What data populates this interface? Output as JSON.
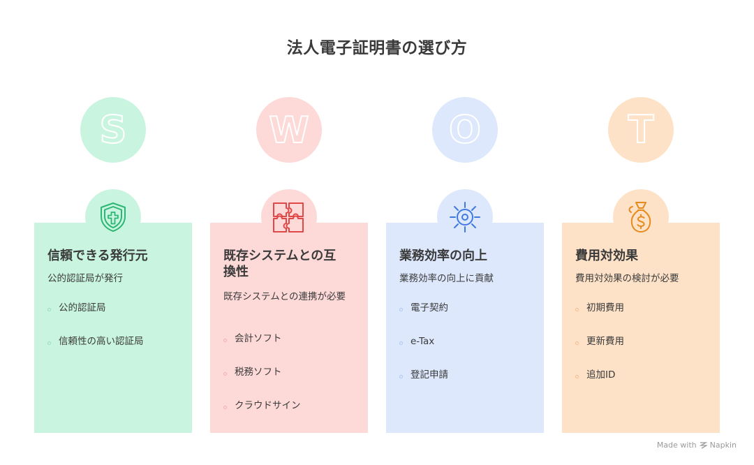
{
  "title": "法人電子証明書の選び方",
  "colors": {
    "s": {
      "card": "#c9f5e0",
      "circle": "#c9f5e0",
      "icon": "#2bb673",
      "dot": "#b7e6cf"
    },
    "w": {
      "card": "#fdd9d8",
      "circle": "#fdd9d8",
      "icon": "#e04848",
      "dot": "#f0b9b8"
    },
    "o": {
      "card": "#dde8fd",
      "circle": "#dde8fd",
      "icon": "#3f79e0",
      "dot": "#bfd0f2"
    },
    "t": {
      "card": "#fee2c8",
      "circle": "#fee2c8",
      "icon": "#e68a1c",
      "dot": "#f2c99f"
    }
  },
  "cards": [
    {
      "letter": "S",
      "icon": "shield-cross-icon",
      "title": "信頼できる発行元",
      "subtitle": "公的認証局が発行",
      "items": [
        "公的認証局",
        "信頼性の高い認証局"
      ]
    },
    {
      "letter": "W",
      "icon": "puzzle-icon",
      "title": "既存システムとの互換性",
      "subtitle": "既存システムとの連携が必要",
      "items": [
        "会計ソフト",
        "税務ソフト",
        "クラウドサイン"
      ]
    },
    {
      "letter": "O",
      "icon": "sun-target-icon",
      "title": "業務効率の向上",
      "subtitle": "業務効率の向上に貢献",
      "items": [
        "電子契約",
        "e-Tax",
        "登記申請"
      ]
    },
    {
      "letter": "T",
      "icon": "money-bag-icon",
      "title": "費用対効果",
      "subtitle": "費用対効果の検討が必要",
      "items": [
        "初期費用",
        "更新費用",
        "追加ID"
      ]
    }
  ],
  "footer": {
    "text": "Made with",
    "brand": "Napkin"
  }
}
